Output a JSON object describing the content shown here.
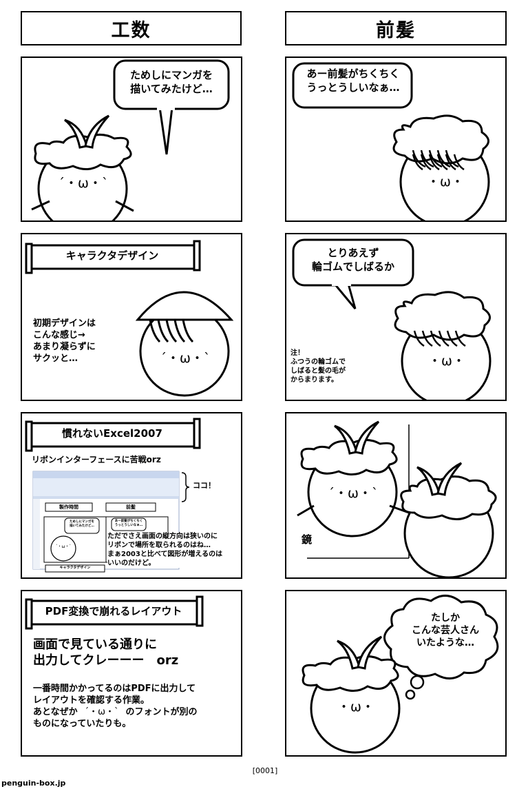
{
  "columns": {
    "left": "工数",
    "right": "前髪"
  },
  "panels": {
    "l1": {
      "bubble": "ためしにマンガを\n描いてみたけど…",
      "face": "´・ω・`"
    },
    "r1": {
      "bubble": "あー前髪がちくちく\nうっとうしいなぁ…",
      "face": "・ω・"
    },
    "l2": {
      "scroll_title": "キャラクタデザイン",
      "body": "初期デザインは\nこんな感じ→\nあまり凝らずに\nサクッと…",
      "face": "´・ω・`"
    },
    "r2": {
      "bubble": "とりあえず\n輪ゴムでしばるか",
      "note": "注！\nふつうの輪ゴムで\nしばると髪の毛が\nからまります。",
      "face": "・ω・"
    },
    "l3": {
      "scroll_title": "慣れないExcel2007",
      "subtitle": "リボンインターフェースに苦戦orz",
      "arrow_label": "ココ！",
      "body": "ただでさえ画面の縦方向は狭いのに\nリボンで場所を取られるのはね…\nまぁ2003と比べて図形が増えるのは\nいいのだけど。",
      "thumb": {
        "col1": "製作時間",
        "col2": "前髪",
        "bubble1": "ためしにマンガを\n描いてみたけど…",
        "bubble2": "あー前髪がちくちく\nうっとうしいなぁ…",
        "scroll": "キャラクタデザイン",
        "face": "´・ω・`"
      }
    },
    "r3": {
      "label": "鏡",
      "face": "´・ω・`"
    },
    "l4": {
      "scroll_title": "PDF変換で崩れるレイアウト",
      "headline": "画面で見ている通りに\n出力してクレーーー　orz",
      "body_pre": "一番時間かかってるのはPDFに出力して\nレイアウトを確認する作業。\nあとなぜか",
      "body_face": "´・ω・`",
      "body_post": "のフォントが別の\nものになっていたりも。"
    },
    "r4": {
      "cloud": "たしか\nこんな芸人さん\nいたような…",
      "face": "・ω・"
    }
  },
  "footer": {
    "page_number": "[0001]",
    "site": "penguin-box.jp"
  }
}
